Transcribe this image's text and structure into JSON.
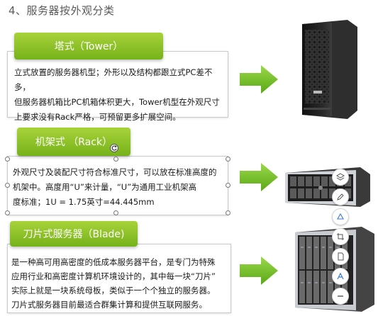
{
  "page": {
    "title": "4、服务器按外观分类"
  },
  "colors": {
    "accent_green": "#8cc63f",
    "arrow_green": "#6cbf1f"
  },
  "sections": [
    {
      "header": "塔式（Tower）",
      "body": "立式放置的服务器机型；外形以及结构都跟立式PC差不多，\n但服务器机箱比PC机箱体积更大，Tower机型在外观尺寸\n上要求没有Rack严格，可预留更多扩展空间。"
    },
    {
      "header": "机架式 （Rack）",
      "body": "外观尺寸及装配尺寸符合标准尺寸，可以放在标准高度的\n机架中。高度用“U”来计量，“U”为通用工业机架高\n度标准；1U = 1.75英寸=44.445mm"
    },
    {
      "header": "刀片式服务器（Blade)",
      "body": "是一种高可用高密度的低成本服务器平台，是专门为特殊\n应用行业和高密度计算机环境设计的，其中每一块“刀片”\n实际上就是一块系统母板，类似于一个个独立的服务器。\n刀片式服务器目前最适合群集计算和提供互联网服务。"
    }
  ],
  "toolbar_icons": [
    "layers-icon",
    "edit-pen-icon",
    "shape-icon",
    "crop-icon",
    "document-icon",
    "text-style-icon",
    "minus-icon"
  ]
}
